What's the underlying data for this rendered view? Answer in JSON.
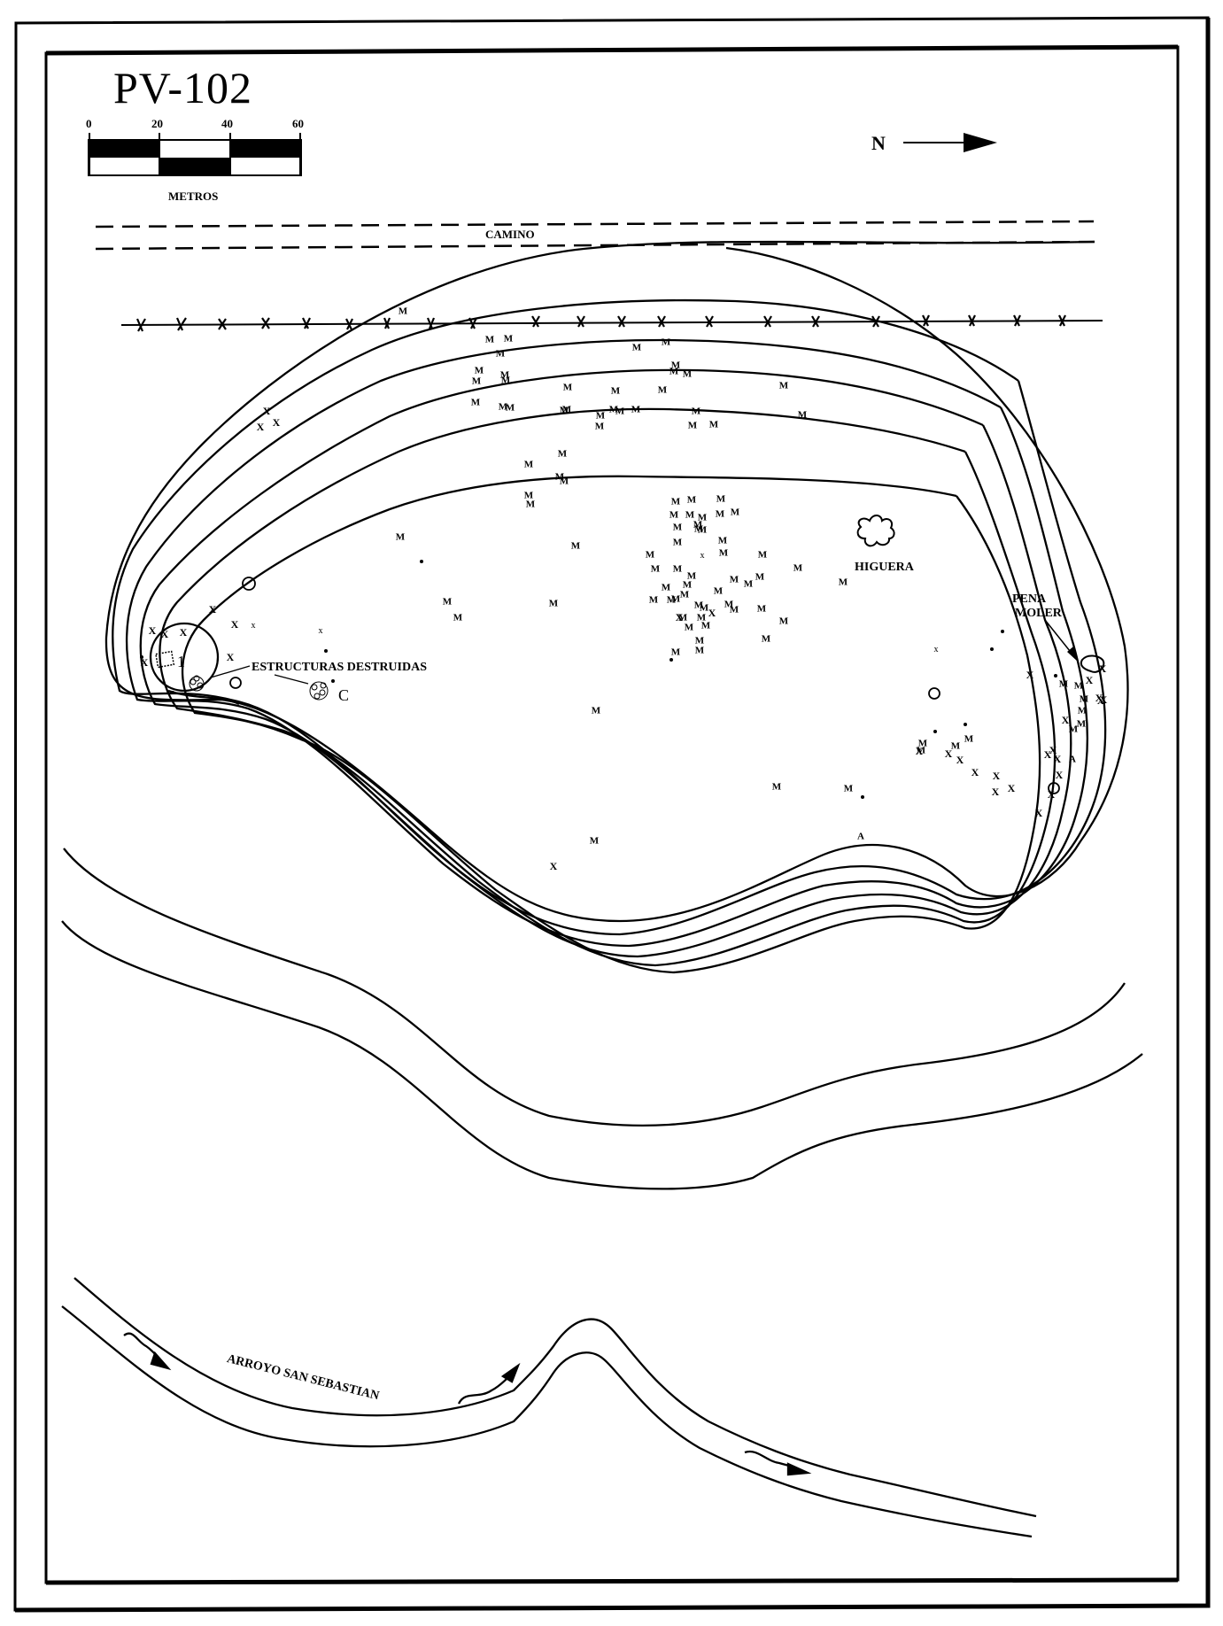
{
  "title": "PV-102",
  "scale_bar": {
    "ticks": [
      "0",
      "20",
      "40",
      "60"
    ],
    "unit": "METROS"
  },
  "north_arrow": {
    "label": "N",
    "icon": "north-arrow-icon"
  },
  "features": {
    "road": "CAMINO",
    "fence": "barbed-wire-fence",
    "tree": "HIGUERA",
    "grinding_stone_line1": "PENA",
    "grinding_stone_line2": "MOLER",
    "structures": "ESTRUCTURAS DESTRUIDAS",
    "structure_1": "1",
    "structure_c": "C",
    "creek": "ARROYO SAN SEBASTIAN"
  },
  "legend_symbols": {
    "M": "M",
    "X": "X",
    "A": "A"
  },
  "colors": {
    "ink": "#000000",
    "paper": "#ffffff"
  }
}
